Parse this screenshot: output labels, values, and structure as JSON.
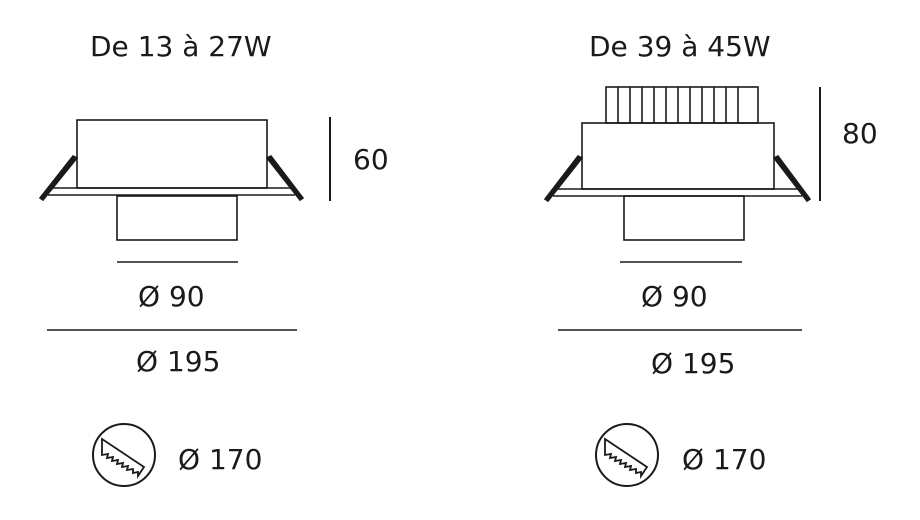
{
  "left_variant": {
    "title": "De 13 à 27W",
    "height": "60",
    "inner_diameter": "Ø 90",
    "outer_diameter": "Ø 195",
    "cutout_diameter": "Ø 170"
  },
  "right_variant": {
    "title": "De 39 à 45W",
    "height": "80",
    "inner_diameter": "Ø 90",
    "outer_diameter": "Ø 195",
    "cutout_diameter": "Ø 170"
  },
  "icons": {
    "cutout": "saw-cutout-icon"
  },
  "colors": {
    "line": "#1a1a1a",
    "background": "#ffffff"
  }
}
